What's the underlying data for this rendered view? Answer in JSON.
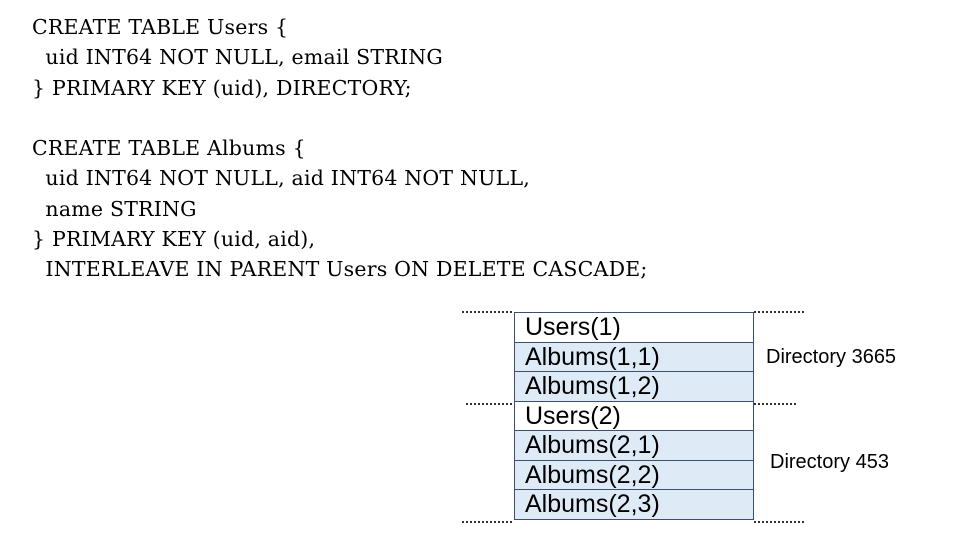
{
  "code": {
    "lines": [
      "CREATE TABLE Users {",
      "  uid INT64 NOT NULL, email STRING",
      "} PRIMARY KEY (uid), DIRECTORY;",
      "",
      "CREATE TABLE Albums {",
      "  uid INT64 NOT NULL, aid INT64 NOT NULL,",
      "  name STRING",
      "} PRIMARY KEY (uid, aid),",
      "  INTERLEAVE IN PARENT Users ON DELETE CASCADE;"
    ]
  },
  "diagram": {
    "rows": [
      {
        "label": "Users(1)",
        "kind": "parent"
      },
      {
        "label": "Albums(1,1)",
        "kind": "child"
      },
      {
        "label": "Albums(1,2)",
        "kind": "child"
      },
      {
        "label": "Users(2)",
        "kind": "parent"
      },
      {
        "label": "Albums(2,1)",
        "kind": "child"
      },
      {
        "label": "Albums(2,2)",
        "kind": "child"
      },
      {
        "label": "Albums(2,3)",
        "kind": "child"
      }
    ],
    "directories": [
      {
        "label": "Directory 3665"
      },
      {
        "label": "Directory 453"
      }
    ],
    "colors": {
      "parent_fill": "#ffffff",
      "child_fill": "#deebf7",
      "border": "#3d4f6e"
    }
  }
}
